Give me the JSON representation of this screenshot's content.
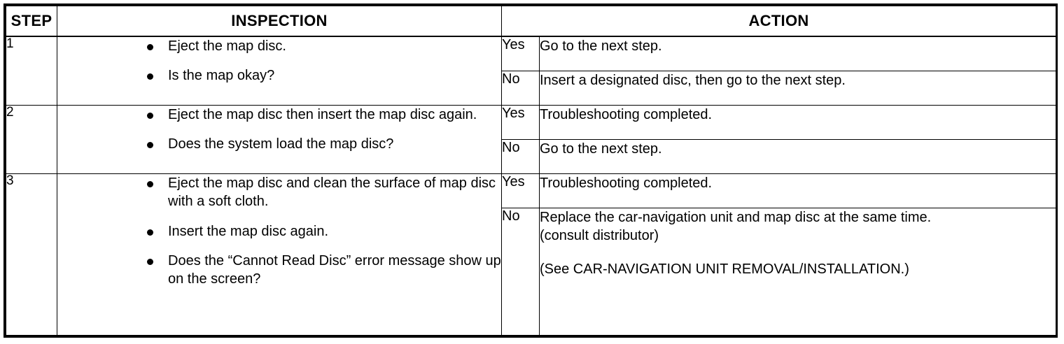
{
  "table": {
    "headers": {
      "step": "STEP",
      "inspection": "INSPECTION",
      "action": "ACTION"
    },
    "rows": [
      {
        "step": "1",
        "inspection": [
          "Eject the map disc.",
          "Is the map okay?"
        ],
        "results": [
          {
            "label": "Yes",
            "action": [
              "Go to the next step."
            ]
          },
          {
            "label": "No",
            "action": [
              "Insert a designated disc, then go to the next step."
            ]
          }
        ]
      },
      {
        "step": "2",
        "inspection": [
          "Eject the map disc then insert the map disc again.",
          "Does the system load the map disc?"
        ],
        "results": [
          {
            "label": "Yes",
            "action": [
              "Troubleshooting completed."
            ]
          },
          {
            "label": "No",
            "action": [
              "Go to the next step."
            ]
          }
        ]
      },
      {
        "step": "3",
        "inspection": [
          "Eject the map disc and clean the surface of map disc with a soft cloth.",
          "Insert the map disc again.",
          "Does the “Cannot Read Disc” error message show up on the screen?"
        ],
        "results": [
          {
            "label": "Yes",
            "action": [
              "Troubleshooting completed."
            ]
          },
          {
            "label": "No",
            "action": [
              "Replace the car-navigation unit and map disc at the same time.",
              "(consult distributor)",
              "",
              "(See CAR-NAVIGATION UNIT REMOVAL/INSTALLATION.)"
            ]
          }
        ]
      }
    ]
  },
  "colors": {
    "border": "#000000",
    "text": "#000000",
    "background": "#ffffff"
  }
}
